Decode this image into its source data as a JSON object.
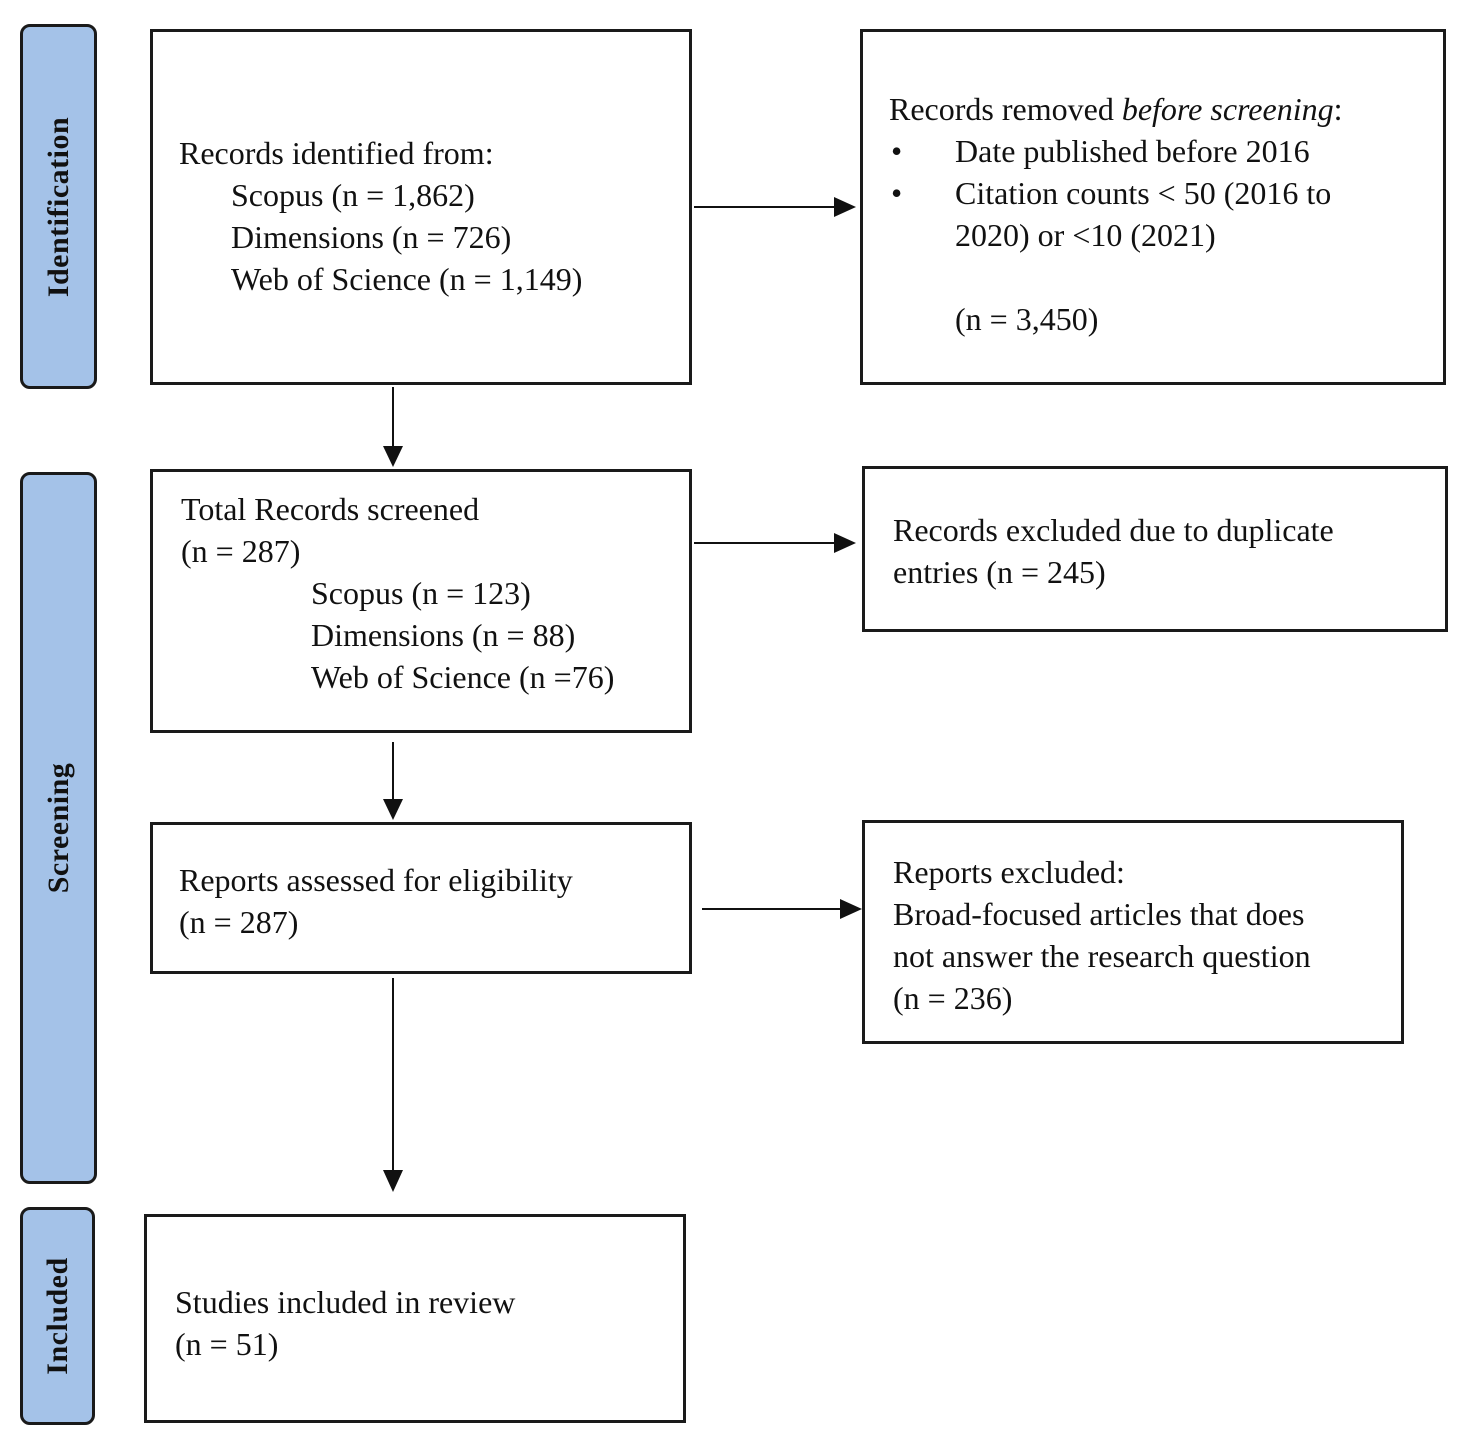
{
  "phases": {
    "identification": "Identification",
    "screening": "Screening",
    "included": "Included"
  },
  "identified": {
    "heading": "Records identified from:",
    "sources": [
      "Scopus (n = 1,862)",
      "Dimensions (n = 726)",
      "Web of Science (n = 1,149)"
    ]
  },
  "removed": {
    "heading_prefix": "Records removed ",
    "heading_italic": "before screening",
    "heading_suffix": ":",
    "bullets": [
      "Date published before 2016",
      "Citation counts < 50 (2016 to 2020) or <10 (2021)"
    ],
    "count": "(n = 3,450)"
  },
  "screened": {
    "heading": "Total Records screened",
    "count": "(n = 287)",
    "sources": [
      "Scopus (n = 123)",
      "Dimensions (n = 88)",
      "Web of Science (n =76)"
    ]
  },
  "duplicates": {
    "line1": "Records excluded due to duplicate",
    "line2": "entries (n = 245)"
  },
  "eligibility": {
    "heading": "Reports assessed for eligibility",
    "count": "(n = 287)"
  },
  "excluded": {
    "heading": "Reports excluded:",
    "line1": "Broad-focused articles that does",
    "line2": "not answer the research question",
    "count": "(n = 236)"
  },
  "included": {
    "heading": "Studies included in review",
    "count": "(n = 51)"
  }
}
